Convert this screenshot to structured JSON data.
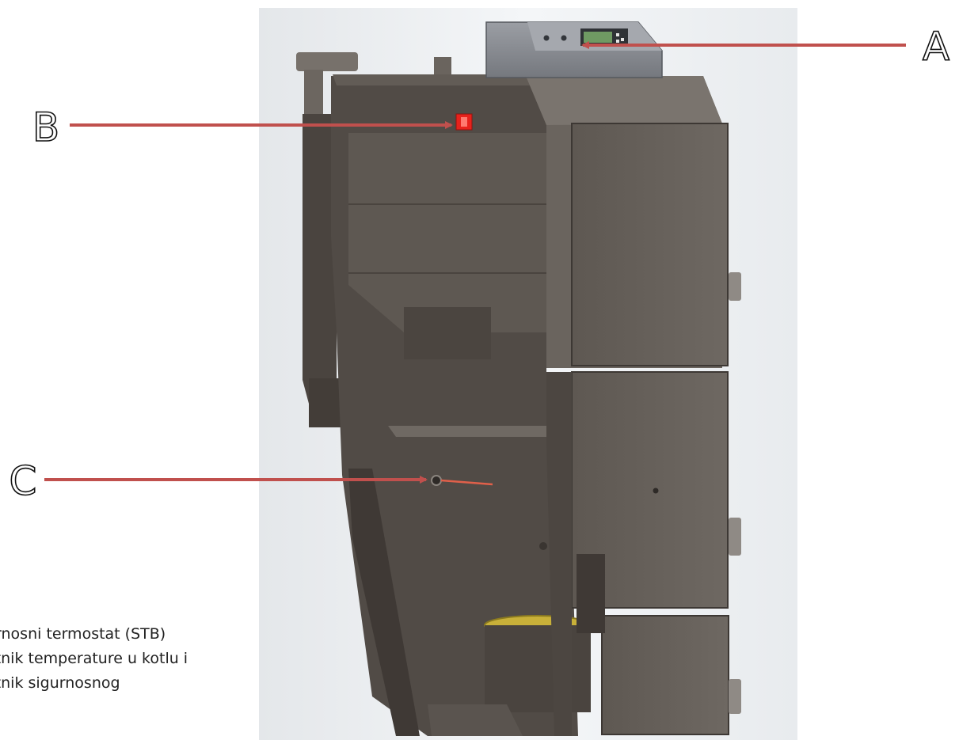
{
  "labels": {
    "a": "A",
    "b": "B",
    "c": "C"
  },
  "caption": {
    "line1": "urnosni termostat (STB)",
    "line2": "etnik temperature u kotlu i",
    "line3": "etnik sigurnosnog"
  },
  "colors": {
    "arrow": "#c0504d",
    "body": "#5b544f",
    "body_dark": "#3f3935",
    "panel": "#6a645e",
    "control_box": "#8a8d93",
    "display": "#6f9a63",
    "stb_button": "#e8221c",
    "brass_ring": "#c8b039",
    "background": "#f2f4f6"
  }
}
